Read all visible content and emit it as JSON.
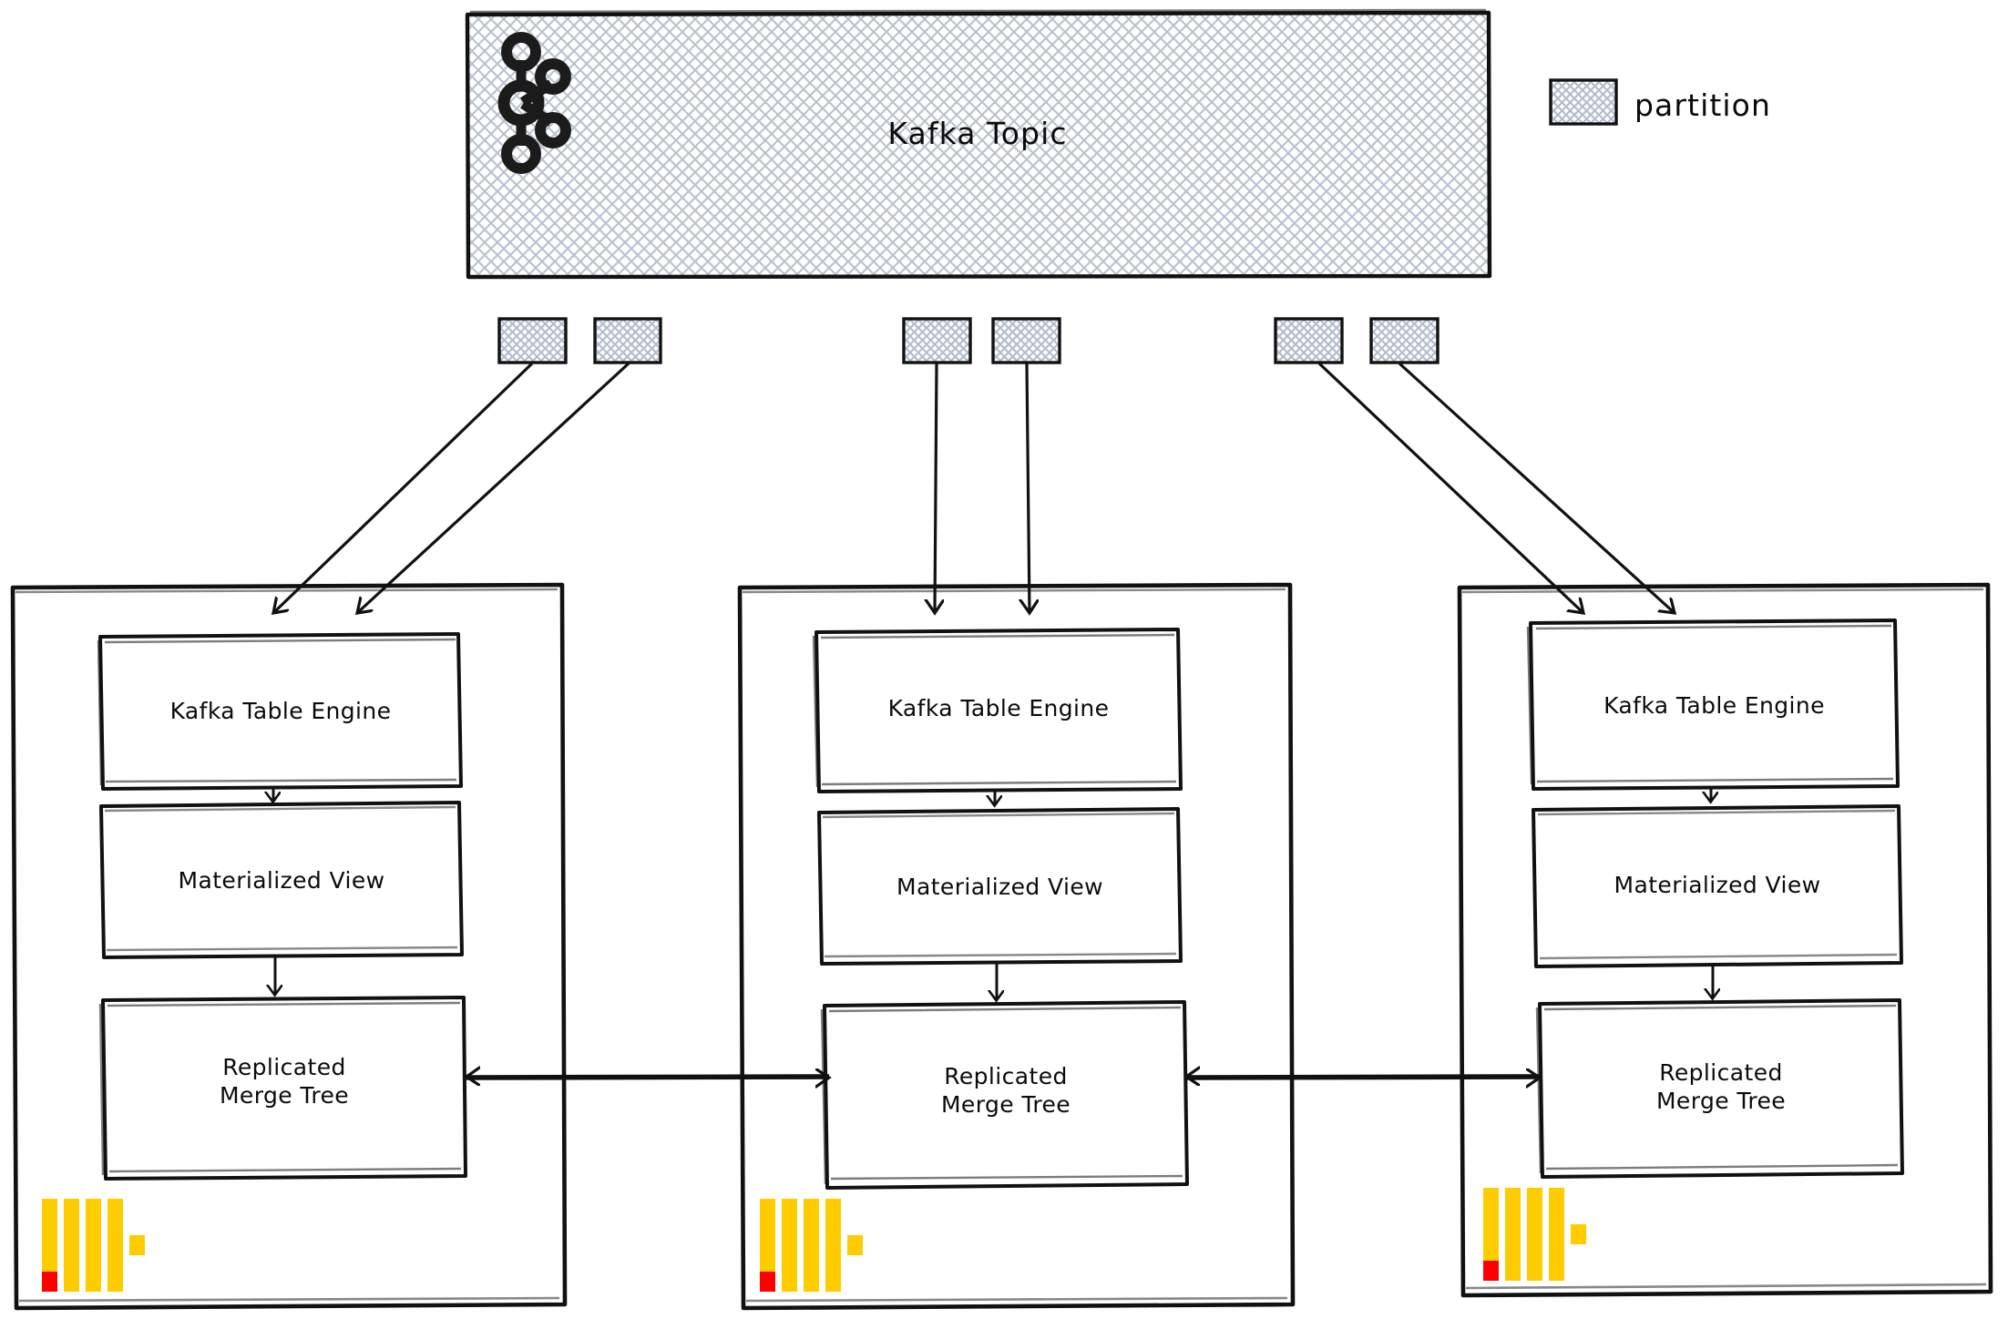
{
  "diagram": {
    "title": "Kafka Topic to ClickHouse ingestion",
    "style": "hand-drawn sketch",
    "colors": {
      "stroke": "#1a1a1a",
      "hatch": "#b8c0cf",
      "logo_yellow": "#FFCC00",
      "logo_red": "#FF0000",
      "background": "#ffffff"
    }
  },
  "legend": {
    "label": "partition",
    "swatch_name": "hatched-rectangle"
  },
  "topic": {
    "label": "Kafka Topic",
    "logo_name": "kafka-logo",
    "partitions": [
      {
        "name": "partition-0"
      },
      {
        "name": "partition-1"
      },
      {
        "name": "partition-2"
      },
      {
        "name": "partition-3"
      },
      {
        "name": "partition-4"
      },
      {
        "name": "partition-5"
      }
    ]
  },
  "nodes": [
    {
      "id": "node-1",
      "logo_name": "clickhouse-logo",
      "boxes": [
        {
          "id": "kafka-table-engine",
          "label": "Kafka Table Engine"
        },
        {
          "id": "materialized-view",
          "label": "Materialized View"
        },
        {
          "id": "replicated-merge-tree",
          "label": "Replicated\nMerge Tree"
        }
      ]
    },
    {
      "id": "node-2",
      "logo_name": "clickhouse-logo",
      "boxes": [
        {
          "id": "kafka-table-engine",
          "label": "Kafka Table Engine"
        },
        {
          "id": "materialized-view",
          "label": "Materialized View"
        },
        {
          "id": "replicated-merge-tree",
          "label": "Replicated\nMerge Tree"
        }
      ]
    },
    {
      "id": "node-3",
      "logo_name": "clickhouse-logo",
      "boxes": [
        {
          "id": "kafka-table-engine",
          "label": "Kafka Table Engine"
        },
        {
          "id": "materialized-view",
          "label": "Materialized View"
        },
        {
          "id": "replicated-merge-tree",
          "label": "Replicated\nMerge Tree"
        }
      ]
    }
  ],
  "labels": {
    "topic_title": "Kafka Topic",
    "legend_text": "partition",
    "kafka_table_engine": "Kafka Table Engine",
    "materialized_view": "Materialized View",
    "replicated_merge_tree_line1": "Replicated",
    "replicated_merge_tree_line2": "Merge Tree"
  }
}
